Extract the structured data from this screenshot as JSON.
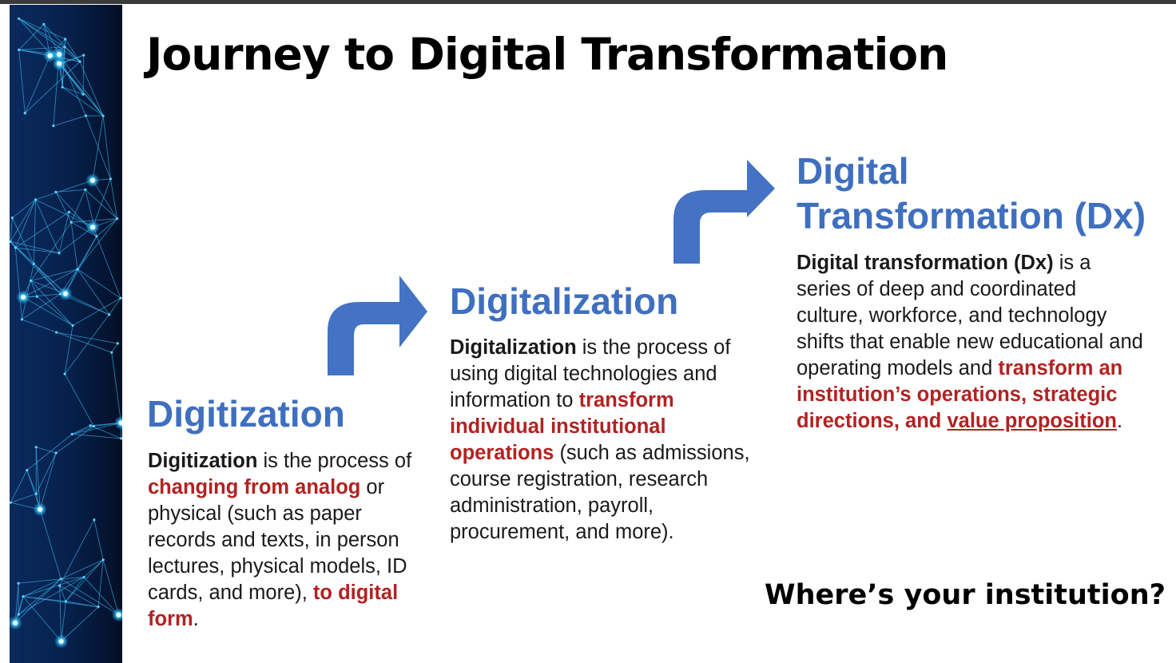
{
  "slide": {
    "title": "Journey to Digital Transformation",
    "colors": {
      "heading_blue": "#3f6fbf",
      "highlight_red": "#b22222",
      "arrow_blue": "#4472c4",
      "network_dark": "#041432",
      "network_glow": "#2fc8ff"
    },
    "decor": {
      "left_panel": "blue-network-image",
      "arrows": [
        "bent-up-right-arrow-icon",
        "bent-up-right-arrow-icon"
      ]
    },
    "digitization": {
      "heading": "Digitization",
      "term": "Digitization",
      "text_1": " is the process of ",
      "highlight_1": "changing from analog",
      "text_2": " or physical (such as paper records and texts, in person lectures, physical models, ID cards, and more), ",
      "highlight_2": "to digital form",
      "text_3": "."
    },
    "digitalization": {
      "heading": "Digitalization",
      "term": "Digitalization",
      "text_1": " is the process of using digital technologies and information to ",
      "highlight_1": "transform individual institutional operations",
      "text_2": " (such as admissions, course registration, research administration, payroll, procurement, and more)."
    },
    "digital_transformation": {
      "heading_line_1": "Digital",
      "heading_line_2": "Transformation (Dx)",
      "term": "Digital transformation (Dx)",
      "text_1": " is a series of deep and coordinated culture, workforce, and technology shifts that enable new educational and operating models and ",
      "highlight_1": "transform an institution’s operations, strategic directions, and ",
      "highlight_underlined": "value proposition",
      "text_2": "."
    },
    "question": "Where’s your institution?"
  }
}
